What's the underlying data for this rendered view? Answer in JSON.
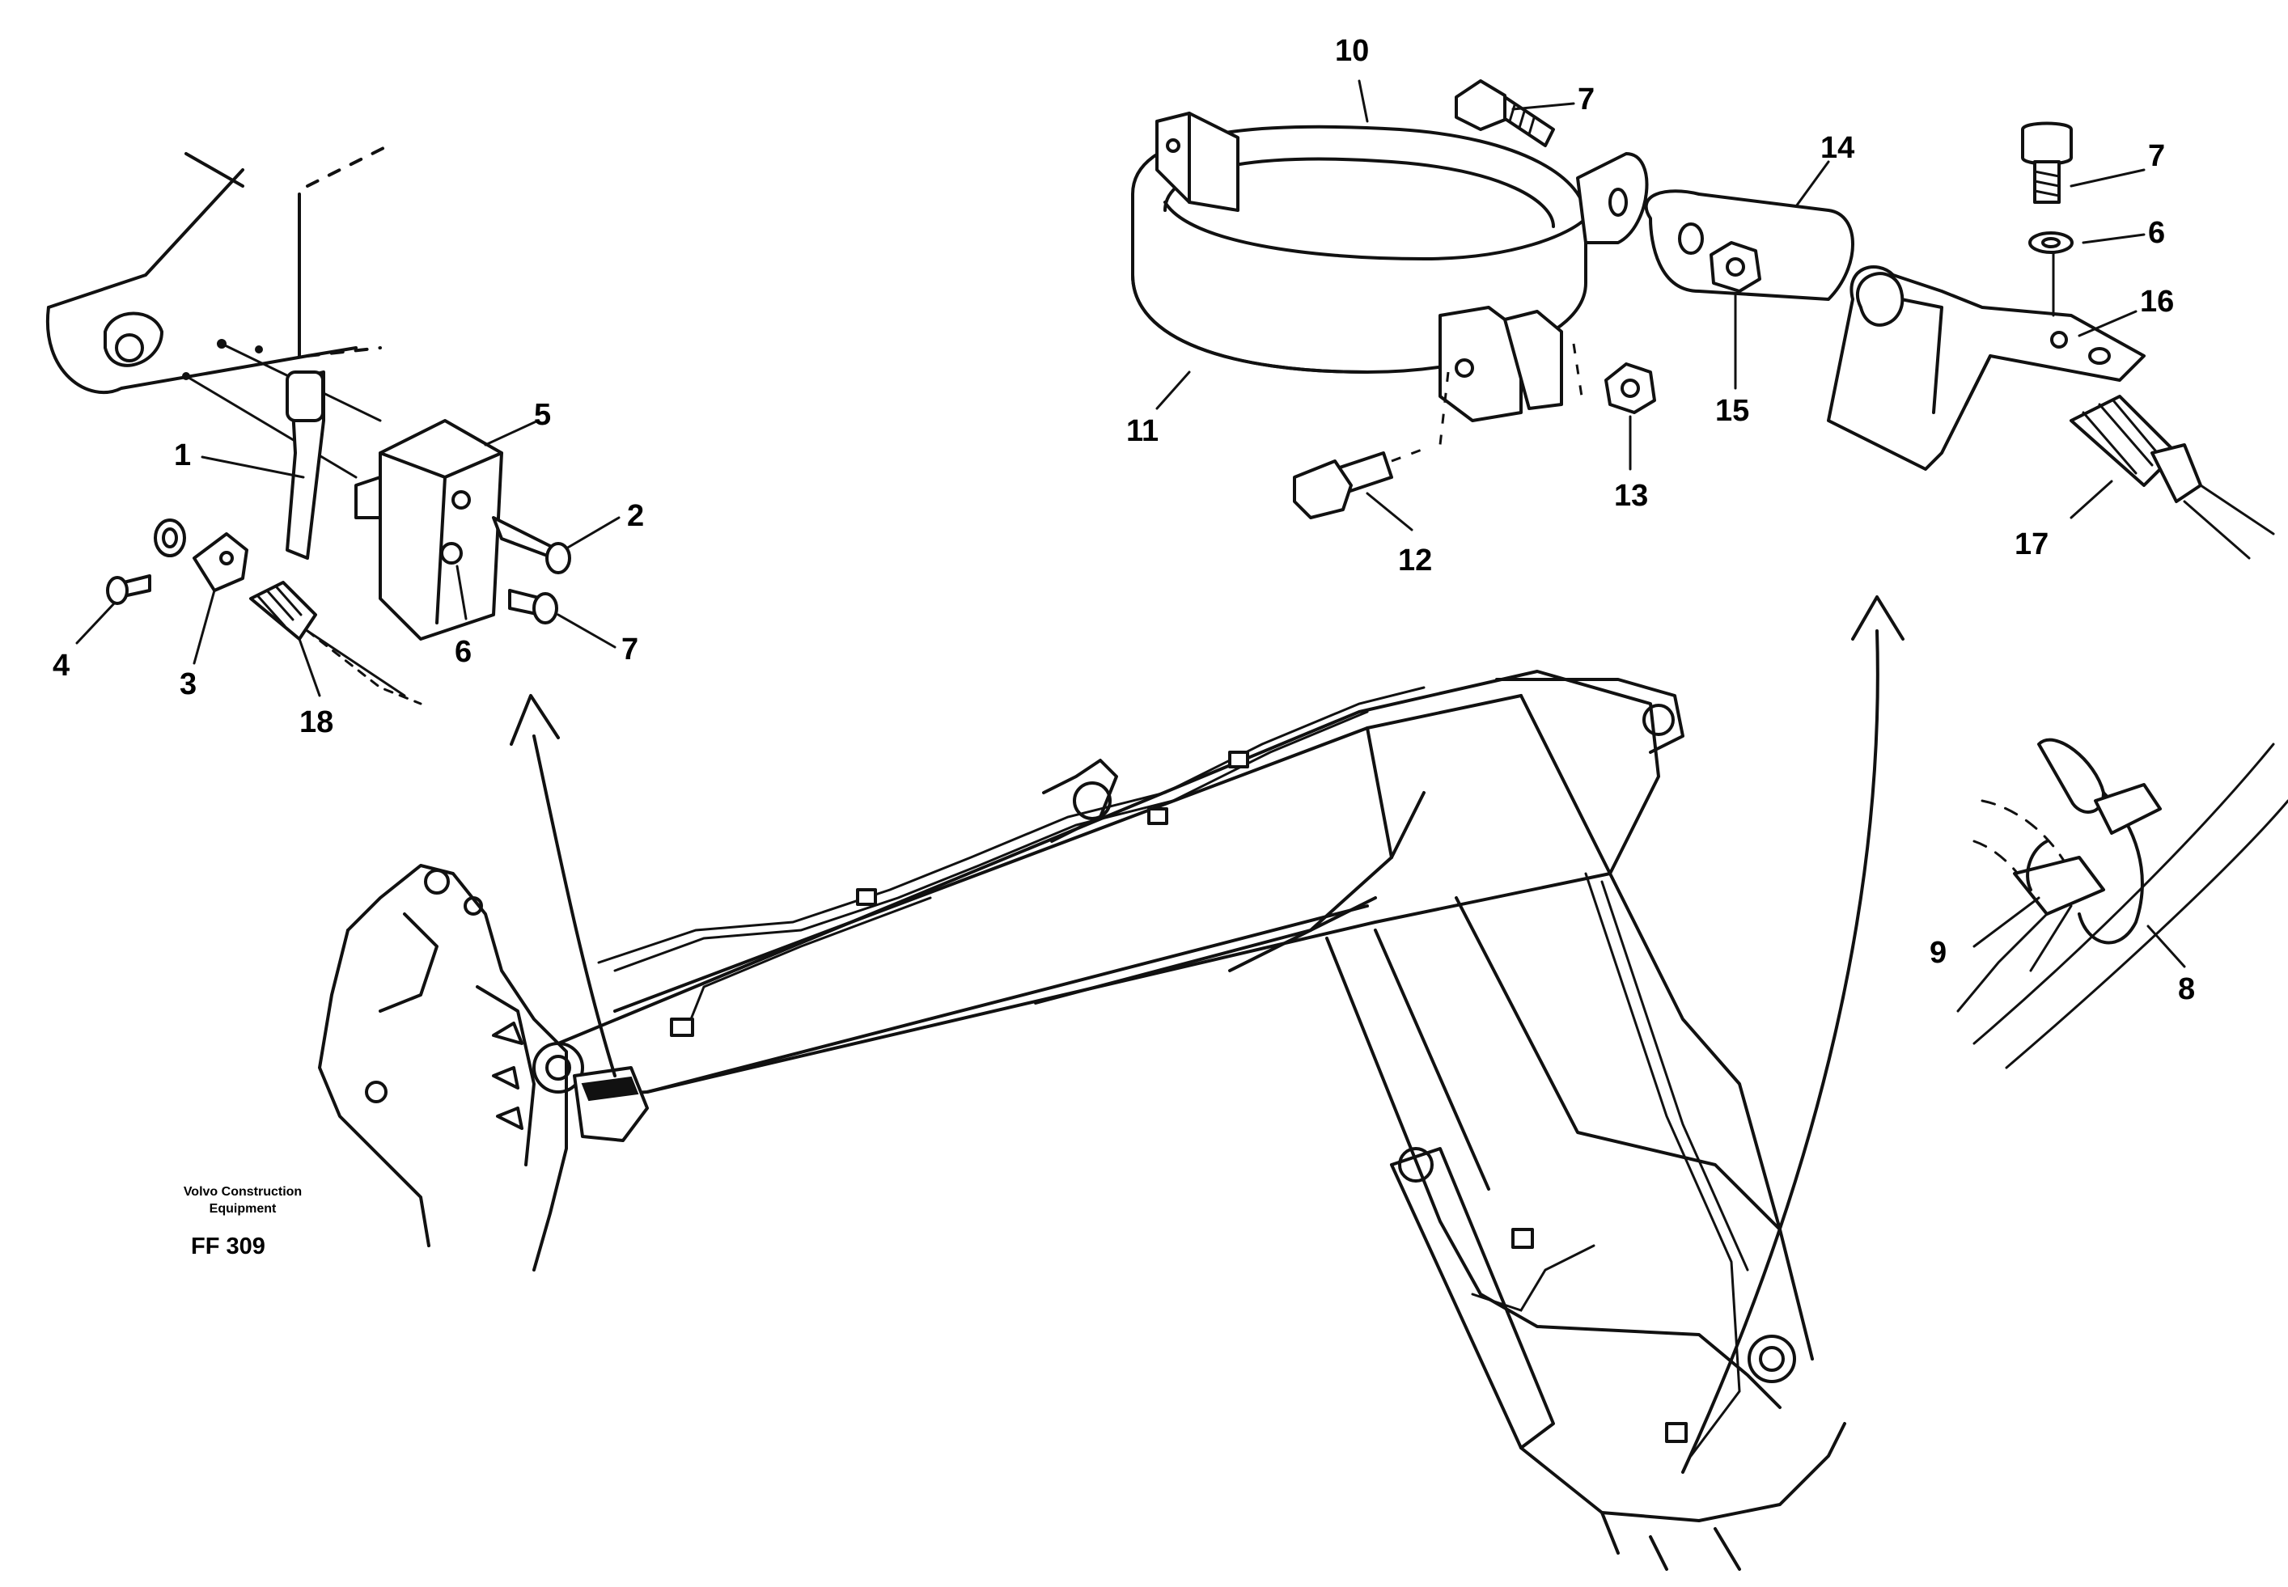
{
  "publisher": {
    "line1": "Volvo Construction",
    "line2": "Equipment"
  },
  "figure_ref": "FF 309",
  "callouts": [
    {
      "id": "c10",
      "number": "10"
    },
    {
      "id": "c7a",
      "number": "7"
    },
    {
      "id": "c14",
      "number": "14"
    },
    {
      "id": "c7b",
      "number": "7"
    },
    {
      "id": "c6a",
      "number": "6"
    },
    {
      "id": "c16",
      "number": "16"
    },
    {
      "id": "c11",
      "number": "11"
    },
    {
      "id": "c13",
      "number": "13"
    },
    {
      "id": "c15",
      "number": "15"
    },
    {
      "id": "c12",
      "number": "12"
    },
    {
      "id": "c17",
      "number": "17"
    },
    {
      "id": "c5",
      "number": "5"
    },
    {
      "id": "c1",
      "number": "1"
    },
    {
      "id": "c2",
      "number": "2"
    },
    {
      "id": "c4",
      "number": "4"
    },
    {
      "id": "c3",
      "number": "3"
    },
    {
      "id": "c6b",
      "number": "6"
    },
    {
      "id": "c7c",
      "number": "7"
    },
    {
      "id": "c18",
      "number": "18"
    },
    {
      "id": "c9",
      "number": "9"
    },
    {
      "id": "c8",
      "number": "8"
    }
  ]
}
